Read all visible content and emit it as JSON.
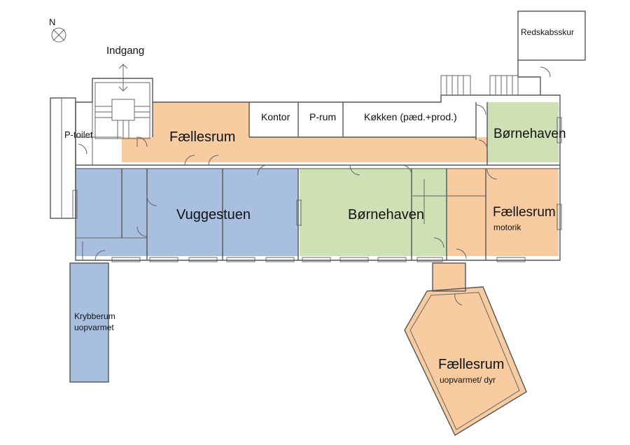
{
  "colors": {
    "faellesrum": "#F8CBA0",
    "vuggestuen": "#A9BFE0",
    "bornehaven": "#CFE0B4",
    "walls": "#555555",
    "background": "#FFFFFF"
  },
  "icons": {
    "compass": "north-arrow-icon",
    "entrance": "entrance-arrow-icon"
  },
  "labels": {
    "north": "N",
    "indgang": "Indgang",
    "redskabsskur": "Redskabsskur",
    "ptoilet": "P-toilet",
    "faellesrum_top": "Fællesrum",
    "kontor": "Kontor",
    "prum": "P-rum",
    "kokken": "Køkken (pæd.+prod.)",
    "bornehaven_ne": "Børnehaven",
    "vuggestuen": "Vuggestuen",
    "bornehaven_main": "Børnehaven",
    "faellesrum_motorik": "Fællesrum",
    "motorik": "motorik",
    "krybberum": "Krybberum",
    "uopvarmet": "uopvarmet",
    "faellesrum_dyr": "Fællesrum",
    "uopvarmet_dyr": "uopvarmet/ dyr"
  }
}
